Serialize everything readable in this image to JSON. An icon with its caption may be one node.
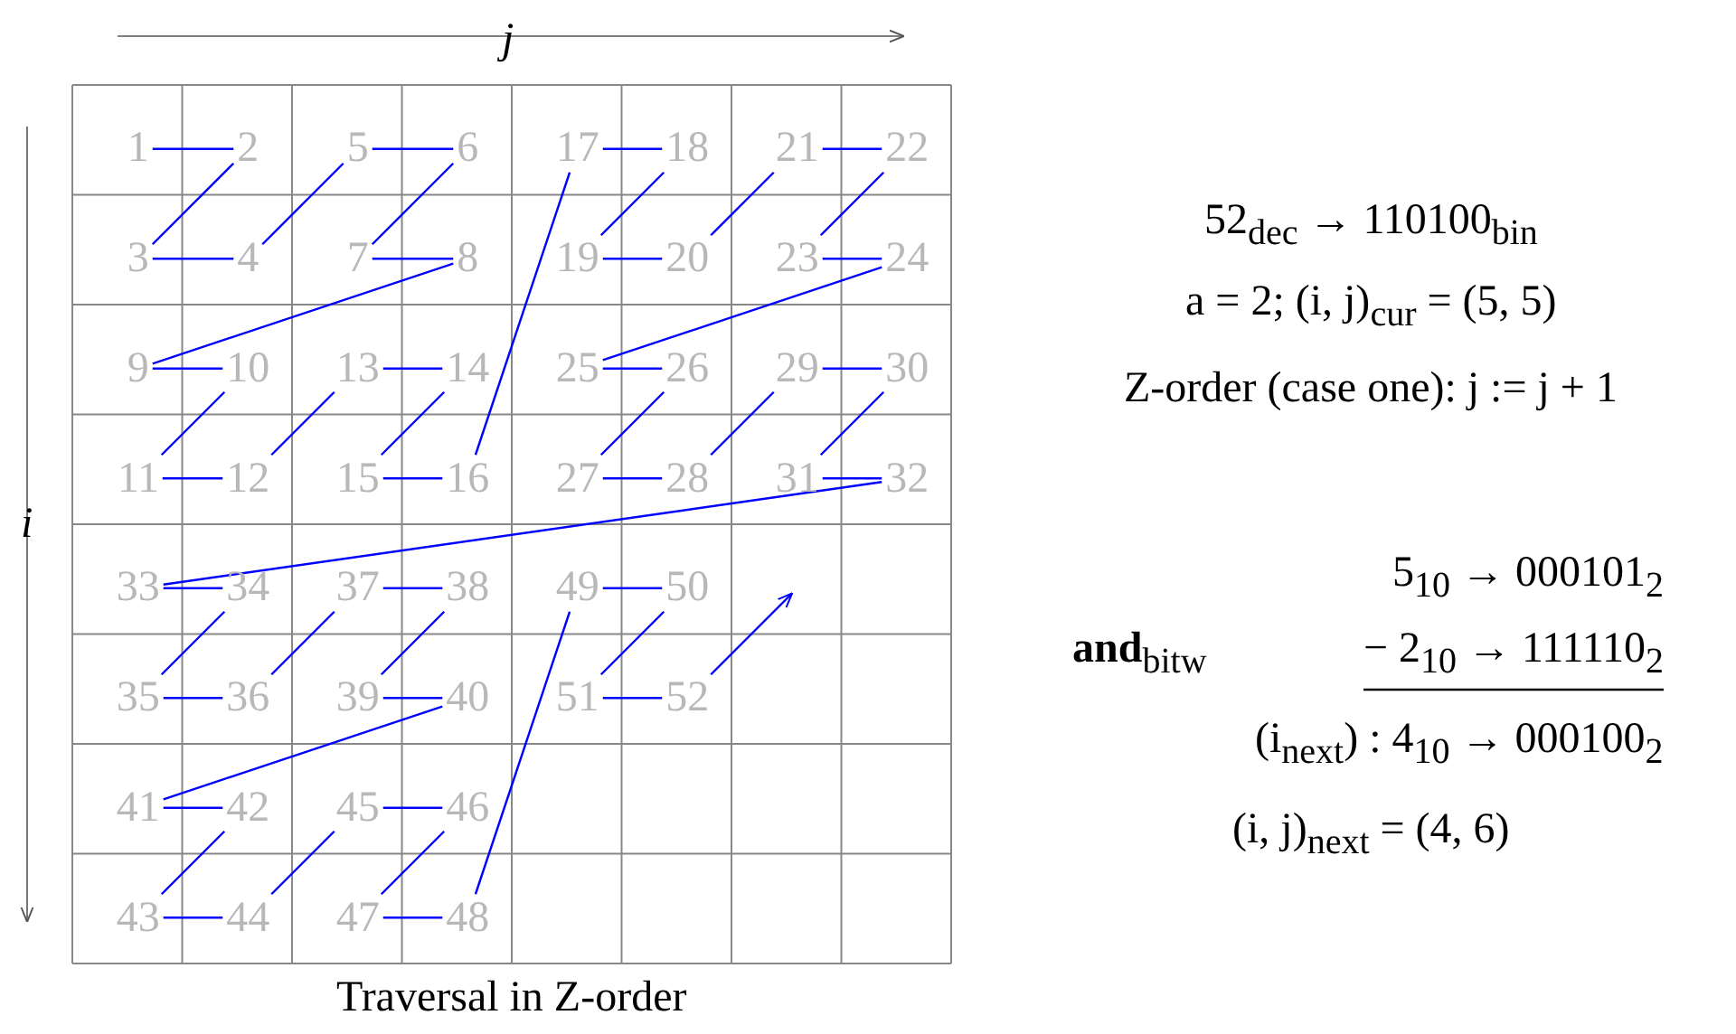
{
  "diagram": {
    "caption": "Traversal in Z-order",
    "nodes": [
      {
        "text": [
          "1"
        ]
      },
      {
        "text": [
          "2"
        ]
      },
      {
        "text": [
          "3"
        ]
      },
      {
        "text": [
          "4"
        ]
      },
      {
        "text": [
          "5"
        ]
      },
      {
        "text": [
          "6"
        ]
      },
      {
        "text": [
          "7"
        ]
      },
      {
        "text": [
          "8"
        ]
      },
      {
        "text": [
          "9"
        ]
      },
      {
        "text": [
          "10"
        ]
      },
      {
        "text": [
          "11"
        ]
      },
      {
        "text": [
          "12"
        ]
      },
      {
        "text": [
          "13"
        ]
      },
      {
        "text": [
          "14"
        ]
      },
      {
        "text": [
          "15"
        ]
      },
      {
        "text": [
          "16"
        ]
      },
      {
        "text": [
          "17"
        ]
      },
      {
        "text": [
          "18"
        ]
      },
      {
        "text": [
          "19"
        ]
      },
      {
        "text": [
          "20"
        ]
      },
      {
        "text": [
          "21"
        ]
      },
      {
        "text": [
          "22"
        ]
      },
      {
        "text": [
          "23"
        ]
      },
      {
        "text": [
          "24"
        ]
      },
      {
        "text": [
          "25"
        ]
      },
      {
        "text": [
          "26"
        ]
      },
      {
        "text": [
          "27"
        ]
      },
      {
        "text": [
          "28"
        ]
      },
      {
        "text": [
          "29"
        ]
      },
      {
        "text": [
          "30"
        ]
      },
      {
        "text": [
          "31"
        ]
      },
      {
        "text": [
          "32"
        ]
      },
      {
        "text": [
          "33"
        ]
      },
      {
        "text": [
          "34"
        ]
      },
      {
        "text": [
          "35"
        ]
      },
      {
        "text": [
          "36"
        ]
      },
      {
        "text": [
          "37"
        ]
      },
      {
        "text": [
          "38"
        ]
      },
      {
        "text": [
          "39"
        ]
      },
      {
        "text": [
          "40"
        ]
      },
      {
        "text": [
          "41"
        ]
      },
      {
        "text": [
          "42"
        ]
      },
      {
        "text": [
          "43"
        ]
      },
      {
        "text": [
          "44"
        ]
      },
      {
        "text": [
          "45"
        ]
      },
      {
        "text": [
          "46"
        ]
      },
      {
        "text": [
          "47"
        ]
      },
      {
        "text": [
          "48"
        ]
      },
      {
        "text": [
          "49"
        ]
      },
      {
        "text": [
          "50"
        ]
      },
      {
        "text": [
          "51"
        ]
      },
      {
        "text": [
          "52"
        ]
      }
    ],
    "edges": [
      {
        "from": 0,
        "to": 1,
        "arrow": "none"
      },
      {
        "from": 1,
        "to": 2,
        "arrow": "none"
      },
      {
        "from": 2,
        "to": 3,
        "arrow": "none"
      },
      {
        "from": 3,
        "to": 4,
        "arrow": "none"
      },
      {
        "from": 4,
        "to": 5,
        "arrow": "none"
      },
      {
        "from": 5,
        "to": 6,
        "arrow": "none"
      },
      {
        "from": 6,
        "to": 7,
        "arrow": "none"
      },
      {
        "from": 7,
        "to": 8,
        "arrow": "none"
      },
      {
        "from": 8,
        "to": 9,
        "arrow": "none"
      },
      {
        "from": 9,
        "to": 10,
        "arrow": "none"
      },
      {
        "from": 10,
        "to": 11,
        "arrow": "none"
      },
      {
        "from": 11,
        "to": 12,
        "arrow": "none"
      },
      {
        "from": 12,
        "to": 13,
        "arrow": "none"
      },
      {
        "from": 13,
        "to": 14,
        "arrow": "none"
      },
      {
        "from": 14,
        "to": 15,
        "arrow": "none"
      },
      {
        "from": 15,
        "to": 16,
        "arrow": "none"
      },
      {
        "from": 16,
        "to": 17,
        "arrow": "none"
      },
      {
        "from": 17,
        "to": 18,
        "arrow": "none"
      },
      {
        "from": 18,
        "to": 19,
        "arrow": "none"
      },
      {
        "from": 19,
        "to": 20,
        "arrow": "none"
      },
      {
        "from": 20,
        "to": 21,
        "arrow": "none"
      },
      {
        "from": 21,
        "to": 22,
        "arrow": "none"
      },
      {
        "from": 22,
        "to": 23,
        "arrow": "none"
      },
      {
        "from": 23,
        "to": 24,
        "arrow": "none"
      },
      {
        "from": 24,
        "to": 25,
        "arrow": "none"
      },
      {
        "from": 25,
        "to": 26,
        "arrow": "none"
      },
      {
        "from": 26,
        "to": 27,
        "arrow": "none"
      },
      {
        "from": 27,
        "to": 28,
        "arrow": "none"
      },
      {
        "from": 28,
        "to": 29,
        "arrow": "none"
      },
      {
        "from": 29,
        "to": 30,
        "arrow": "none"
      },
      {
        "from": 30,
        "to": 31,
        "arrow": "none"
      },
      {
        "from": 31,
        "to": 32,
        "arrow": "none"
      },
      {
        "from": 32,
        "to": 33,
        "arrow": "none"
      },
      {
        "from": 33,
        "to": 34,
        "arrow": "none"
      },
      {
        "from": 34,
        "to": 35,
        "arrow": "none"
      },
      {
        "from": 35,
        "to": 36,
        "arrow": "none"
      },
      {
        "from": 36,
        "to": 37,
        "arrow": "none"
      },
      {
        "from": 37,
        "to": 38,
        "arrow": "none"
      },
      {
        "from": 38,
        "to": 39,
        "arrow": "none"
      },
      {
        "from": 39,
        "to": 40,
        "arrow": "none"
      },
      {
        "from": 40,
        "to": 41,
        "arrow": "none"
      },
      {
        "from": 41,
        "to": 42,
        "arrow": "none"
      },
      {
        "from": 42,
        "to": 43,
        "arrow": "none"
      },
      {
        "from": 43,
        "to": 44,
        "arrow": "none"
      },
      {
        "from": 44,
        "to": 45,
        "arrow": "none"
      },
      {
        "from": 45,
        "to": 46,
        "arrow": "none"
      },
      {
        "from": 46,
        "to": 47,
        "arrow": "none"
      },
      {
        "from": 47,
        "to": 48,
        "arrow": "none"
      },
      {
        "from": 48,
        "to": 49,
        "arrow": "none"
      },
      {
        "from": 49,
        "to": 50,
        "arrow": "none"
      },
      {
        "from": 50,
        "to": 51,
        "arrow": "none"
      },
      {
        "from": 51,
        "to": null,
        "arrow": "to"
      }
    ],
    "labels": [
      "j",
      "i",
      "52$_{dec}$ → 110100$_{bin}$",
      "a = 2; (i, j)$_{cur}$ = (5, 5)",
      "Z-order (case one): j := j + 1",
      "5$_{10}$ → 000101$_{2}$",
      "**and**$_{bitw}$",
      "− 2$_{10}$ → 111110$_{2}$",
      "(i$_{next}$) : 4$_{10}$ → 000100$_{2}$",
      "(i, j)$_{next}$ = (4, 6)"
    ]
  }
}
